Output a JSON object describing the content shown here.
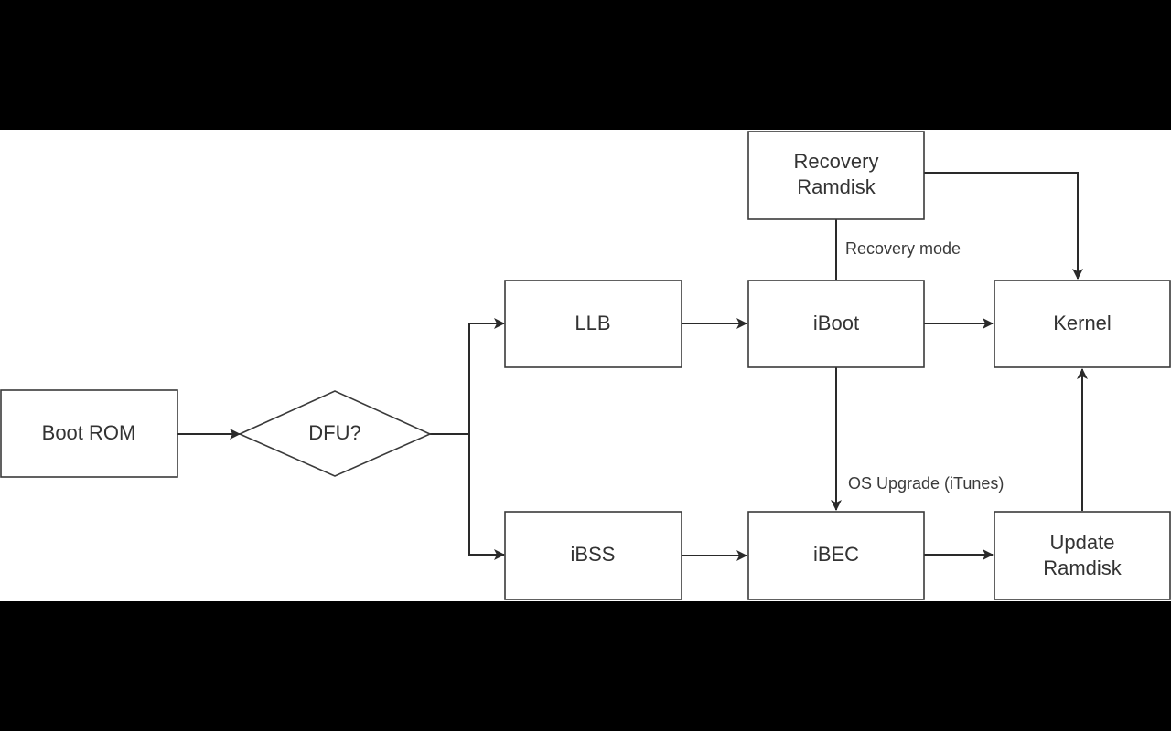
{
  "diagram": {
    "title": "iOS boot chain",
    "nodes": [
      {
        "id": "boot_rom",
        "label": "Boot ROM",
        "shape": "rect"
      },
      {
        "id": "dfu",
        "label": "DFU?",
        "shape": "diamond"
      },
      {
        "id": "llb",
        "label": "LLB",
        "shape": "rect"
      },
      {
        "id": "ibss",
        "label": "iBSS",
        "shape": "rect"
      },
      {
        "id": "iboot",
        "label": "iBoot",
        "shape": "rect"
      },
      {
        "id": "ibec",
        "label": "iBEC",
        "shape": "rect"
      },
      {
        "id": "recovery_ramdisk",
        "label_lines": [
          "Recovery",
          "Ramdisk"
        ],
        "shape": "rect"
      },
      {
        "id": "kernel",
        "label": "Kernel",
        "shape": "rect"
      },
      {
        "id": "update_ramdisk",
        "label_lines": [
          "Update",
          "Ramdisk"
        ],
        "shape": "rect"
      }
    ],
    "edges": [
      {
        "from": "boot_rom",
        "to": "dfu"
      },
      {
        "from": "dfu",
        "to": "llb"
      },
      {
        "from": "dfu",
        "to": "ibss"
      },
      {
        "from": "llb",
        "to": "iboot"
      },
      {
        "from": "ibss",
        "to": "ibec"
      },
      {
        "from": "iboot",
        "to": "kernel"
      },
      {
        "from": "iboot",
        "to": "recovery_ramdisk",
        "label": "Recovery mode"
      },
      {
        "from": "recovery_ramdisk",
        "to": "kernel"
      },
      {
        "from": "iboot",
        "to": "ibec",
        "label": "OS Upgrade (iTunes)"
      },
      {
        "from": "ibec",
        "to": "update_ramdisk"
      },
      {
        "from": "update_ramdisk",
        "to": "kernel"
      }
    ]
  }
}
